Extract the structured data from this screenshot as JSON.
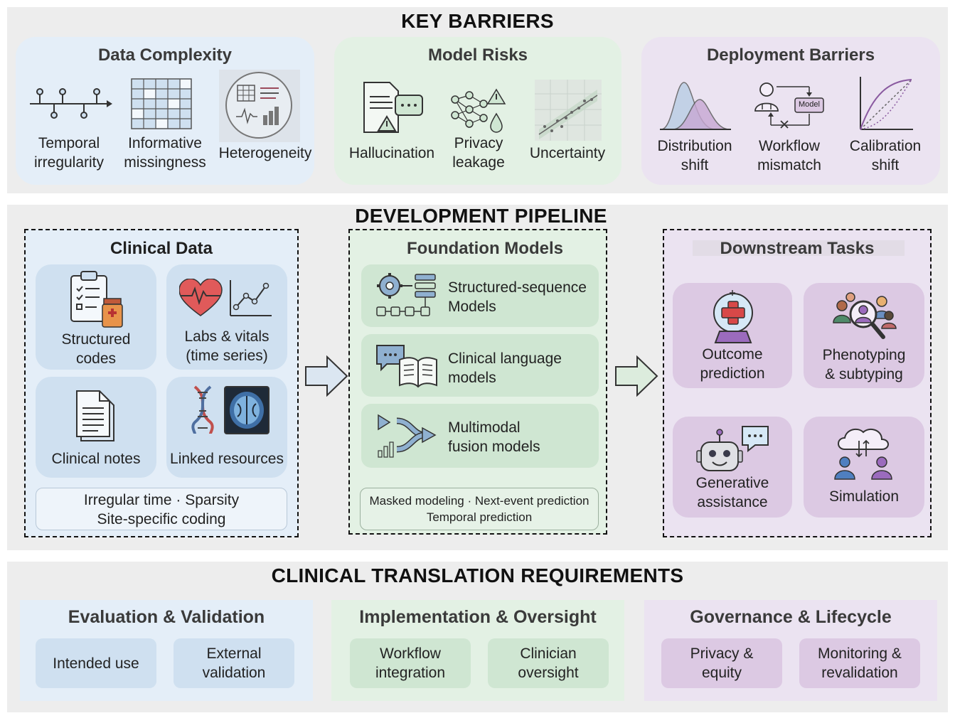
{
  "key_barriers": {
    "title": "KEY BARRIERS",
    "data_complexity": {
      "title": "Data Complexity",
      "items": [
        {
          "label": "Temporal\nirregularity",
          "icon": "timeline-icon"
        },
        {
          "label": "Informative\nmissingness",
          "icon": "grid-icon"
        },
        {
          "label": "Heterogeneity",
          "icon": "multimodal-icon"
        }
      ]
    },
    "model_risks": {
      "title": "Model Risks",
      "items": [
        {
          "label": "Hallucination",
          "icon": "document-warning-icon"
        },
        {
          "label": "Privacy\nleakage",
          "icon": "network-leak-icon"
        },
        {
          "label": "Uncertainty",
          "icon": "scatter-band-icon"
        }
      ]
    },
    "deployment_barriers": {
      "title": "Deployment Barriers",
      "items": [
        {
          "label": "Distribution\nshift",
          "icon": "distribution-icon"
        },
        {
          "label": "Workflow\nmismatch",
          "icon": "workflow-icon",
          "icon_text": "Model"
        },
        {
          "label": "Calibration\nshift",
          "icon": "calibration-icon"
        }
      ]
    }
  },
  "pipeline": {
    "title": "DEVELOPMENT PIPELINE",
    "clinical_data": {
      "title": "Clinical Data",
      "tiles": [
        {
          "label": "Structured\ncodes",
          "icon": "clipboard-icon"
        },
        {
          "label": "Labs & vitals\n(time series)",
          "icon": "heart-chart-icon"
        },
        {
          "label": "Clinical notes",
          "icon": "notes-icon"
        },
        {
          "label": "Linked resources",
          "icon": "dna-scan-icon"
        }
      ],
      "note": "Irregular time · Sparsity\nSite-specific coding"
    },
    "foundation_models": {
      "title": "Foundation Models",
      "rows": [
        {
          "label": "Structured-sequence\nModels",
          "icon": "gear-sequence-icon"
        },
        {
          "label": "Clinical language\nmodels",
          "icon": "chat-book-icon"
        },
        {
          "label": "Multimodal\nfusion models",
          "icon": "fusion-icon"
        }
      ],
      "note": "Masked modeling · Next-event prediction\nTemporal prediction"
    },
    "downstream_tasks": {
      "title": "Downstream Tasks",
      "tiles": [
        {
          "label": "Outcome\nprediction",
          "icon": "crystal-ball-icon"
        },
        {
          "label": "Phenotyping\n& subtyping",
          "icon": "people-search-icon"
        },
        {
          "label": "Generative\nassistance",
          "icon": "robot-icon"
        },
        {
          "label": "Simulation",
          "icon": "cloud-people-icon"
        }
      ]
    }
  },
  "translation": {
    "title": "CLINICAL TRANSLATION REQUIREMENTS",
    "groups": [
      {
        "title": "Evaluation & Validation",
        "items": [
          "Intended use",
          "External\nvalidation"
        ]
      },
      {
        "title": "Implementation & Oversight",
        "items": [
          "Workflow\nintegration",
          "Clinician\noversight"
        ]
      },
      {
        "title": "Governance & Lifecycle",
        "items": [
          "Privacy &\nequity",
          "Monitoring &\nrevalidation"
        ]
      }
    ]
  },
  "colors": {
    "blue_panel": "#e4eef8",
    "green_panel": "#e3f1e4",
    "purple_panel": "#ebe3f1",
    "band": "#ededed"
  }
}
